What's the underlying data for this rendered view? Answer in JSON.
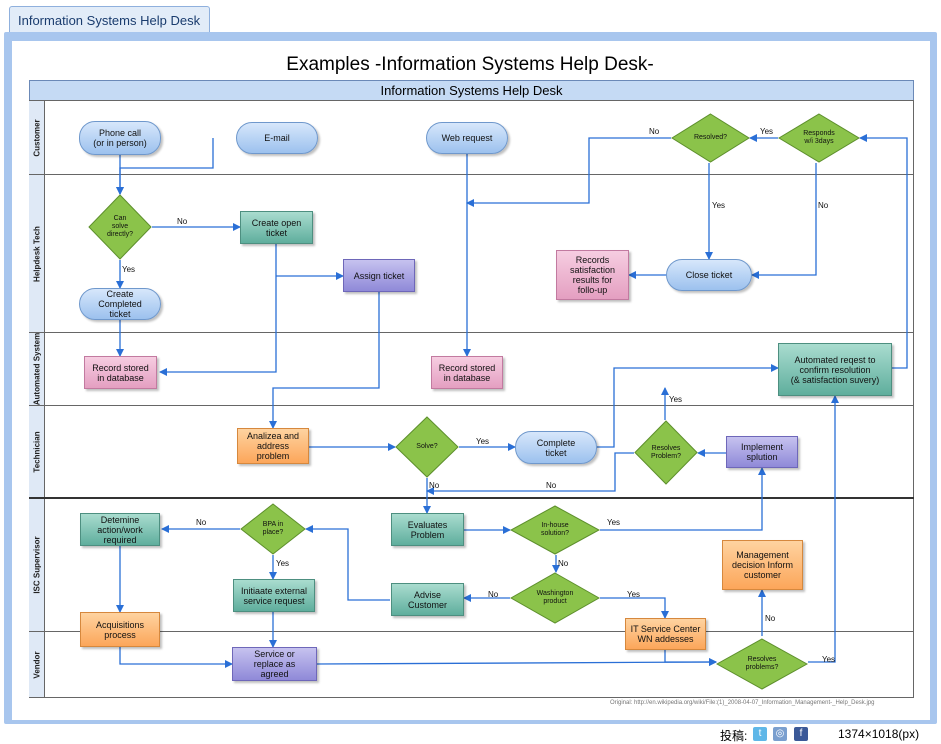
{
  "tab": {
    "label": "Information Systems Help Desk"
  },
  "diagram": {
    "title": "Examples -Information Systems Help Desk-",
    "pool_title": "Information Systems Help Desk",
    "lanes": {
      "customer": "Customer",
      "helpdesk": "Helpdesk Tech",
      "automated": "Automated System",
      "technician": "Technician",
      "isc": "ISC Supervisor",
      "vendor": "Vendor"
    },
    "nodes": {
      "phone_call": "Phone call\n(or in person)",
      "email": "E-mail",
      "web_request": "Web request",
      "resolved": "Resolved?",
      "responds": "Responds\nw/i 3days",
      "can_solve": "Can\nsolve\ndirectly?",
      "create_open": "Create open\nticket",
      "assign_ticket": "Assign ticket",
      "create_completed": "Create\nCompleted\nticket",
      "records_satisfaction": "Records\nsatisfaction\nresults for\nfollo-up",
      "close_ticket": "Close ticket",
      "record_db_1": "Record stored\nin database",
      "record_db_2": "Record stored\nin database",
      "automated_request": "Automated reqest to\nconfirm resolution\n(& satisfaction suvery)",
      "analyze": "Analizea and\naddress\nproblem",
      "solve": "Solve?",
      "complete_ticket": "Complete\nticket",
      "resolves_problem_tech": "Resolves\nProblem?",
      "implement": "Implement\nsplution",
      "determine": "Detemine\naction/work\nrequired",
      "bpa": "BPA in\nplace?",
      "evaluates": "Evaluates\nProblem",
      "inhouse": "In-house\nsolution?",
      "management": "Management\ndecision Inform\ncustomer",
      "initiate": "Initiaate external\nservice request",
      "advise": "Advise\nCustomer",
      "washington": "Washington\nproduct",
      "it_service": "IT Service Center\nWN addesses",
      "acquisitions": "Acquisitions\nprocess",
      "service_replace": "Service or\nreplace as\nagreed",
      "resolves_problems_vendor": "Resolves\nproblems?"
    },
    "edge_labels": {
      "no_resolved": "No",
      "yes_resolved": "Yes",
      "yes_resolved_down": "Yes",
      "no_responds": "No",
      "no_can_solve": "No",
      "yes_can_solve": "Yes",
      "yes_auto": "Yes",
      "yes_solve": "Yes",
      "no_solve": "No",
      "no_resolves_tech": "No",
      "no_bpa": "No",
      "yes_bpa": "Yes",
      "yes_inhouse": "Yes",
      "no_inhouse": "No",
      "no_washington": "No",
      "yes_washington": "Yes",
      "no_vendor": "No",
      "yes_vendor": "Yes"
    },
    "source_note": "Original: http://en.wikipedia.org/wiki/File:(1)_2008-04-07_Information_Management-_Help_Desk.jpg"
  },
  "footer": {
    "share_label": "投稿:",
    "dimensions": "1374×1018(px)",
    "icons": [
      "twitter-icon",
      "share-icon",
      "facebook-icon"
    ]
  },
  "colors": {
    "frame": "#a8c6ee",
    "arrow": "#2a6fd6",
    "diamond_fill": "#8bc34a",
    "pool_header": "#c5daf4"
  }
}
